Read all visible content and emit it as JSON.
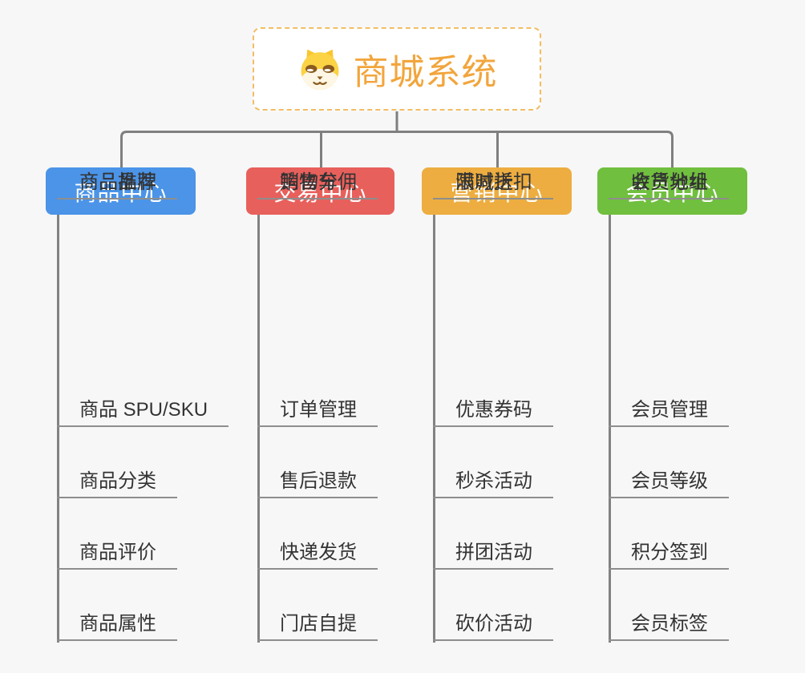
{
  "app": {
    "background_color": "#f7f7f7",
    "connector_color": "#7f7f7f"
  },
  "root": {
    "title": "商城系统",
    "icon": "dog-face",
    "text_color": "#f2a53c",
    "border_color": "#f2bd64"
  },
  "branches": [
    {
      "label": "商品中心",
      "color": "#4b94e8",
      "items": [
        "商品 SPU/SKU",
        "商品分类",
        "商品评价",
        "商品属性",
        "商品推荐",
        "商品品牌"
      ]
    },
    {
      "label": "交易中心",
      "color": "#e8605c",
      "items": [
        "订单管理",
        "售后退款",
        "快递发货",
        "门店自提",
        "购物车",
        "销售分佣"
      ]
    },
    {
      "label": "营销中心",
      "color": "#edad40",
      "items": [
        "优惠券码",
        "秒杀活动",
        "拼团活动",
        "砍价活动",
        "限时折扣",
        "满减送"
      ]
    },
    {
      "label": "会员中心",
      "color": "#70bf3f",
      "items": [
        "会员管理",
        "会员等级",
        "积分签到",
        "会员标签",
        "会员分组",
        "收货地址"
      ]
    }
  ]
}
